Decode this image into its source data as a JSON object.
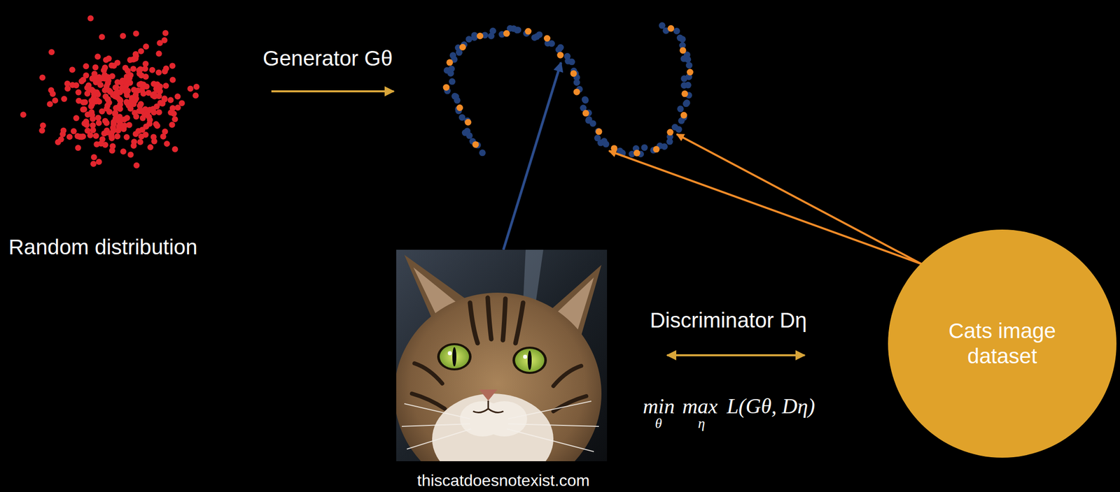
{
  "diagram": {
    "nodes": [
      {
        "text": [
          "Cats image dataset"
        ]
      }
    ],
    "labels": [
      "Generator Gθ",
      "Random distribution",
      "Discriminator Dη",
      "min",
      "θ",
      "max",
      "η",
      "L(Gθ, Dη)",
      "thiscatdoesnotexist.com"
    ]
  }
}
